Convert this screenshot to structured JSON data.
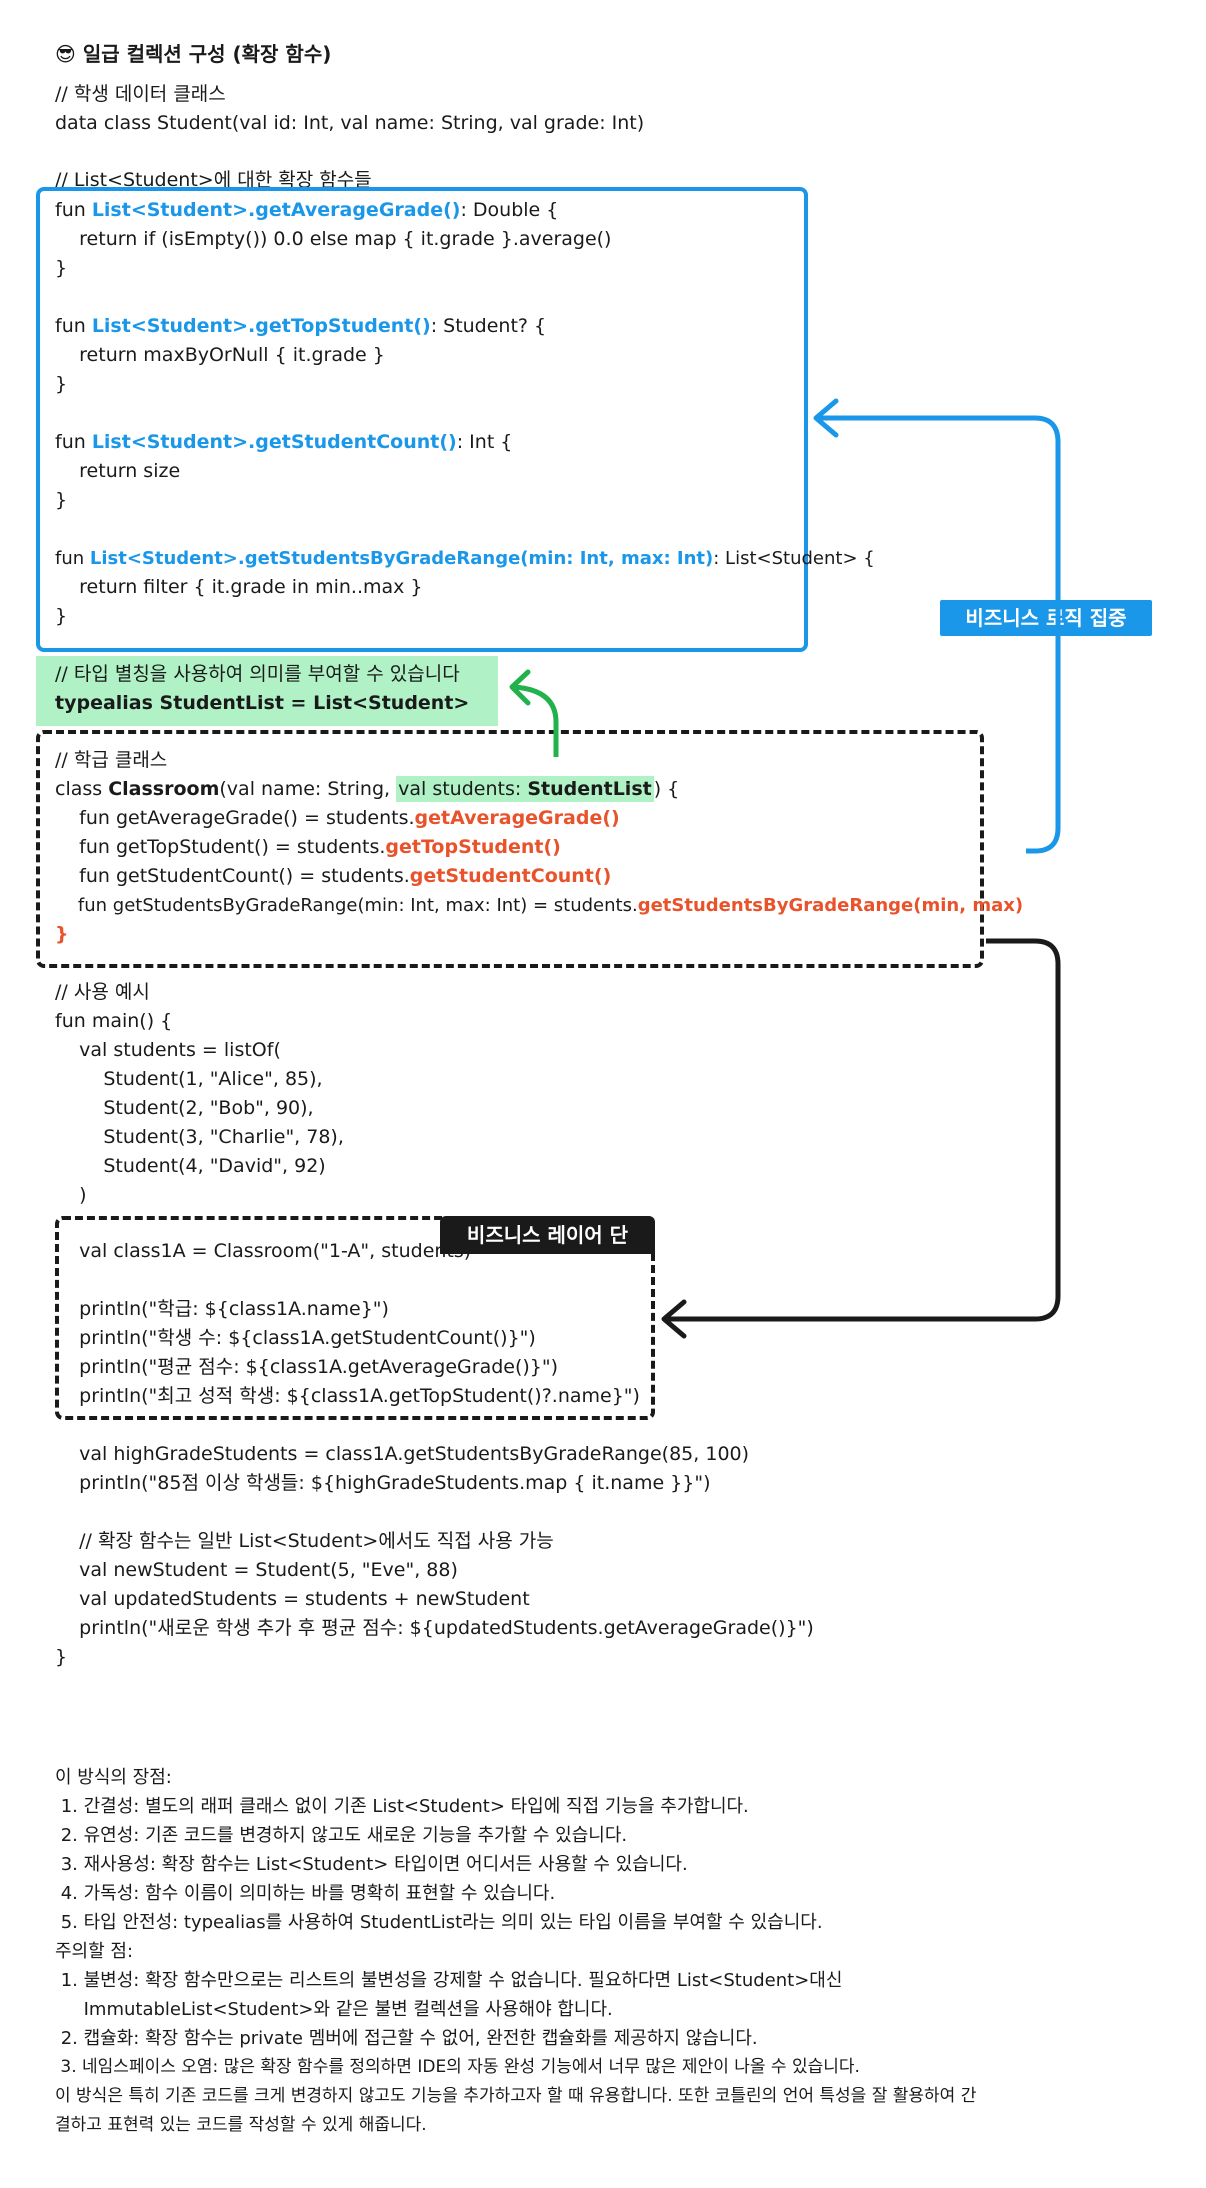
{
  "title": {
    "emoji": "😎",
    "text": "일급 컬렉션 구성 (확장 함수)"
  },
  "code": {
    "c_student": "// 학생 데이터 클래스",
    "data_class": "data class Student(val id: Int, val name: String, val grade: Int)",
    "c_ext": "// List<Student>에 대한 확장 함수들",
    "f1_pre": "fun ",
    "f1_name": "List<Student>.getAverageGrade()",
    "f1_post": ": Double {",
    "f1_body": "    return if (isEmpty()) 0.0 else map { it.grade }.average()",
    "f2_pre": "fun ",
    "f2_name": "List<Student>.getTopStudent()",
    "f2_post": ": Student? {",
    "f2_body": "    return maxByOrNull { it.grade }",
    "f3_pre": "fun ",
    "f3_name": "List<Student>.getStudentCount()",
    "f3_post": ": Int {",
    "f3_body": "    return size",
    "f4_pre": "fun ",
    "f4_name": "List<Student>.getStudentsByGradeRange(min: Int, max: Int)",
    "f4_post": ": List<Student> {",
    "f4_body": "    return filter { it.grade in min..max }",
    "close": "}",
    "c_alias": "// 타입 별칭을 사용하여 의미를 부여할 수 있습니다",
    "alias": "typealias StudentList = List<Student>",
    "c_class": "// 학급 클래스",
    "cls_pre": "class ",
    "cls_name": "Classroom",
    "cls_mid": "(val name: String, ",
    "cls_hl_pre": "val students: ",
    "cls_hl_type": "StudentList",
    "cls_post": ") {",
    "m1_pre": "    fun getAverageGrade() = students.",
    "m1_call": "getAverageGrade()",
    "m2_pre": "    fun getTopStudent() = students.",
    "m2_call": "getTopStudent()",
    "m3_pre": "    fun getStudentCount() = students.",
    "m3_call": "getStudentCount()",
    "m4_pre": "    fun getStudentsByGradeRange(min: Int, max: Int) = students.",
    "m4_call": "getStudentsByGradeRange(min, max)",
    "cls_close": "}",
    "c_usage": "// 사용 예시",
    "main": "fun main() {",
    "u1": "    val students = listOf(",
    "u2": "        Student(1, \"Alice\", 85),",
    "u3": "        Student(2, \"Bob\", 90),",
    "u4": "        Student(3, \"Charlie\", 78),",
    "u5": "        Student(4, \"David\", 92)",
    "u6": "    )",
    "u7": "    val class1A = Classroom(\"1-A\", students)",
    "u8": "    println(\"학급: ${class1A.name}\")",
    "u9": "    println(\"학생 수: ${class1A.getStudentCount()}\")",
    "u10": "    println(\"평균 점수: ${class1A.getAverageGrade()}\")",
    "u11": "    println(\"최고 성적 학생: ${class1A.getTopStudent()?.name}\")",
    "u12": "    val highGradeStudents = class1A.getStudentsByGradeRange(85, 100)",
    "u13": "    println(\"85점 이상 학생들: ${highGradeStudents.map { it.name }}\")",
    "u14": "    // 확장 함수는 일반 List<Student>에서도 직접 사용 가능",
    "u15": "    val newStudent = Student(5, \"Eve\", 88)",
    "u16": "    val updatedStudents = students + newStudent",
    "u17": "    println(\"새로운 학생 추가 후 평균 점수: ${updatedStudents.getAverageGrade()}\")",
    "main_close": "}"
  },
  "labels": {
    "business_logic": "비즈니스 로직 집중",
    "business_layer": "비즈니스 레이어 단"
  },
  "notes": {
    "adv_title": "이 방식의 장점:",
    "adv": [
      " 1. 간결성: 별도의 래퍼 클래스 없이 기존 List<Student> 타입에 직접 기능을 추가합니다.",
      " 2. 유연성: 기존 코드를 변경하지 않고도 새로운 기능을 추가할 수 있습니다.",
      " 3. 재사용성: 확장 함수는 List<Student> 타입이면 어디서든 사용할 수 있습니다.",
      " 4. 가독성: 함수 이름이 의미하는 바를 명확히 표현할 수 있습니다.",
      " 5. 타입 안전성: typealias를 사용하여 StudentList라는 의미 있는 타입 이름을 부여할 수 있습니다."
    ],
    "caution_title": "주의할 점:",
    "caution": [
      " 1. 불변성: 확장 함수만으로는 리스트의 불변성을 강제할 수 없습니다. 필요하다면 List<Student>대신",
      "     ImmutableList<Student>와 같은 불변 컬렉션을 사용해야 합니다.",
      " 2. 캡슐화: 확장 함수는 private 멤버에 접근할 수 없어, 완전한 캡슐화를 제공하지 않습니다.",
      " 3. 네임스페이스 오염: 많은 확장 함수를 정의하면 IDE의 자동 완성 기능에서 너무 많은 제안이 나올 수 있습니다."
    ],
    "summary": [
      "이 방식은 특히 기존 코드를 크게 변경하지 않고도 기능을 추가하고자 할 때 유용합니다. 또한 코틀린의 언어 특성을 잘 활용하여 간",
      "결하고 표현력 있는 코드를 작성할 수 있게 해줍니다."
    ]
  },
  "colors": {
    "blue": "#1a97e8",
    "green": "#22b24c",
    "green_bg": "#b0f2c6",
    "red": "#e8532b",
    "dark": "#1a1a1a"
  }
}
